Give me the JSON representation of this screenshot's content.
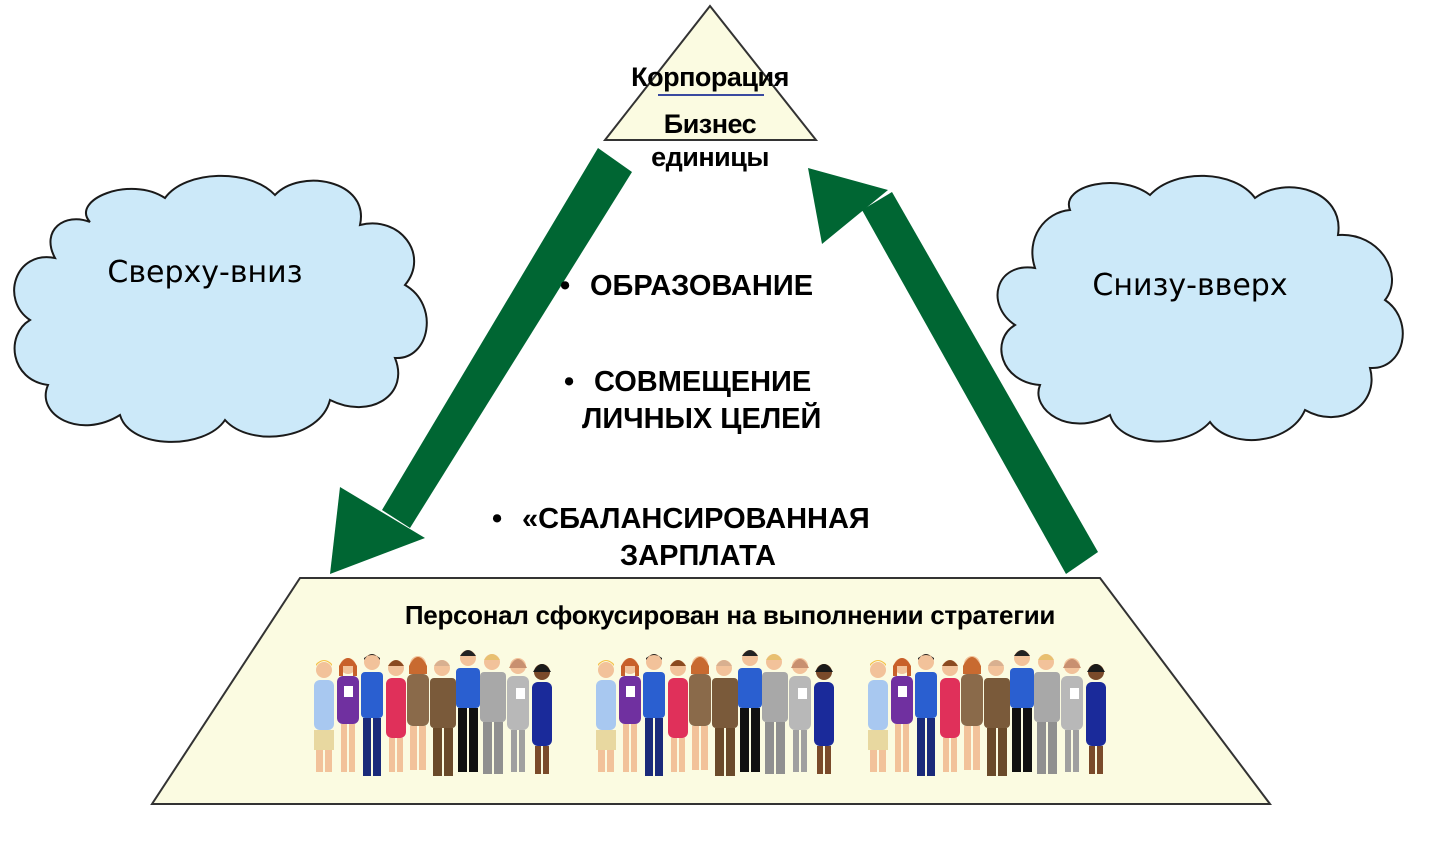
{
  "apex": {
    "title": "Корпорация",
    "subtitle_line1": "Бизнес",
    "subtitle_line2": "единицы"
  },
  "clouds": {
    "left_label": "Сверху-вниз",
    "right_label": "Снизу-вверх"
  },
  "bullets": [
    {
      "line1": "ОБРАЗОВАНИЕ",
      "line2": ""
    },
    {
      "line1": "СОВМЕЩЕНИЕ",
      "line2": "ЛИЧНЫХ ЦЕЛЕЙ"
    },
    {
      "line1": "«СБАЛАНСИРОВАННАЯ",
      "line2": "ЗАРПЛАТА"
    }
  ],
  "base": {
    "caption": "Персонал сфокусирован на выполнении стратегии"
  },
  "colors": {
    "arrow": "#006633",
    "cloud_fill": "#cce9f9",
    "trapezoid_fill": "#fbfbe1",
    "outline": "#333333"
  }
}
